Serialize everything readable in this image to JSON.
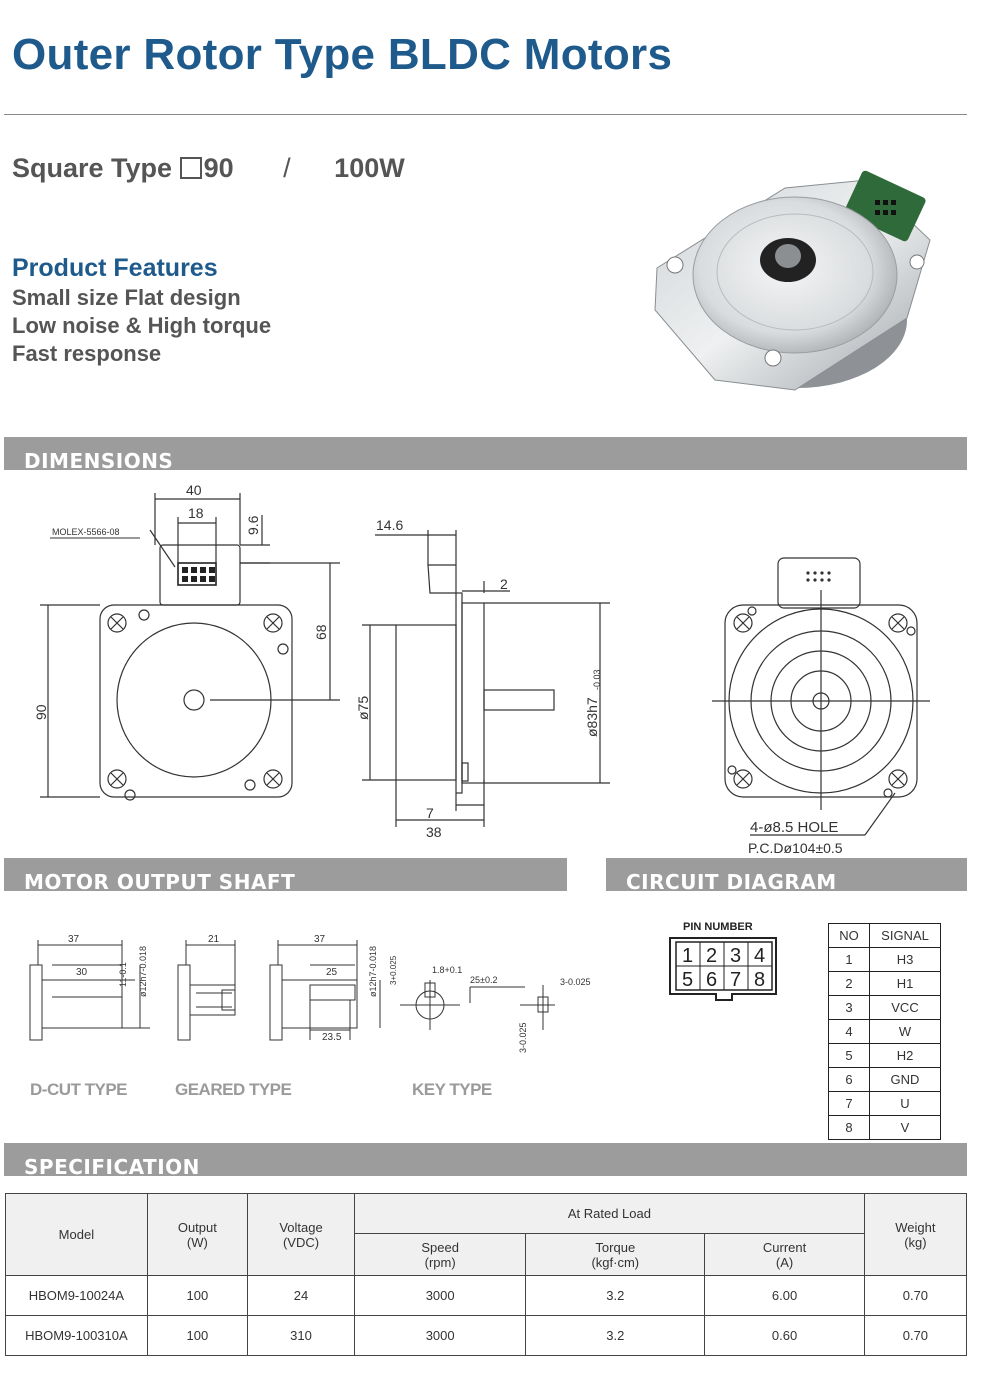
{
  "page": {
    "title": "Outer Rotor Type BLDC Motors",
    "subtitle": {
      "prefix": "Square Type",
      "size": "90",
      "separator": "/",
      "power": "100W"
    }
  },
  "features": {
    "title": "Product Features",
    "items": [
      "Small size Flat design",
      "Low noise & High torque",
      "Fast response"
    ]
  },
  "sections": {
    "dimensions": "DIMENSIONS",
    "motor_output_shaft": "MOTOR OUTPUT SHAFT",
    "circuit_diagram": "CIRCUIT DIAGRAM",
    "specification": "SPECIFICATION"
  },
  "dimensions": {
    "front": {
      "width_top": "40",
      "connector_width": "18",
      "connector_height": "9.6",
      "connector_label": "MOLEX-5566-08",
      "height_68": "68",
      "square": "90"
    },
    "side": {
      "depth_top": "14.6",
      "flange": "2",
      "diameter": "ø75",
      "shaft_dia": "ø83h7",
      "shaft_tol": "-0.03",
      "bottom_7": "7",
      "total_38": "38"
    },
    "rear": {
      "hole_label": "4-ø8.5 HOLE",
      "pcd_label": "P.C.Dø104±0.5"
    }
  },
  "shaft_types": {
    "dcut": {
      "label": "D-CUT TYPE",
      "len_total": "37",
      "len_cut": "30",
      "flat": "11-0.1",
      "dia": "ø12h7-0.018"
    },
    "geared": {
      "label": "GEARED TYPE",
      "len": "21"
    },
    "key": {
      "label": "KEY TYPE",
      "len_total": "37",
      "len_key": "25",
      "len_23": "23.5",
      "dia": "ø12h7-0.018",
      "key_h": "3+0.025",
      "key_depth": "1.8+0.1",
      "key_len": "25±0.2",
      "key_w": "3-0.025",
      "key_w2": "3-0.025"
    }
  },
  "circuit": {
    "pin_number_label": "PIN NUMBER",
    "pins": [
      "1",
      "2",
      "3",
      "4",
      "5",
      "6",
      "7",
      "8"
    ],
    "signal_header": {
      "no": "NO",
      "signal": "SIGNAL"
    },
    "signals": [
      {
        "no": "1",
        "signal": "H3"
      },
      {
        "no": "2",
        "signal": "H1"
      },
      {
        "no": "3",
        "signal": "VCC"
      },
      {
        "no": "4",
        "signal": "W"
      },
      {
        "no": "5",
        "signal": "H2"
      },
      {
        "no": "6",
        "signal": "GND"
      },
      {
        "no": "7",
        "signal": "U"
      },
      {
        "no": "8",
        "signal": "V"
      }
    ]
  },
  "spec": {
    "headers": {
      "model": "Model",
      "output": "Output",
      "output_unit": "(W)",
      "voltage": "Voltage",
      "voltage_unit": "(VDC)",
      "rated": "At Rated Load",
      "speed": "Speed",
      "speed_unit": "(rpm)",
      "torque": "Torque",
      "torque_unit": "(kgf·cm)",
      "current": "Current",
      "current_unit": "(A)",
      "weight": "Weight",
      "weight_unit": "(kg)"
    },
    "rows": [
      {
        "model": "HBOM9-10024A",
        "output": "100",
        "voltage": "24",
        "speed": "3000",
        "torque": "3.2",
        "current": "6.00",
        "weight": "0.70"
      },
      {
        "model": "HBOM9-100310A",
        "output": "100",
        "voltage": "310",
        "speed": "3000",
        "torque": "3.2",
        "current": "0.60",
        "weight": "0.70"
      }
    ]
  },
  "colors": {
    "title_blue": "#1f5a8c",
    "section_bar": "#9c9c9c"
  }
}
